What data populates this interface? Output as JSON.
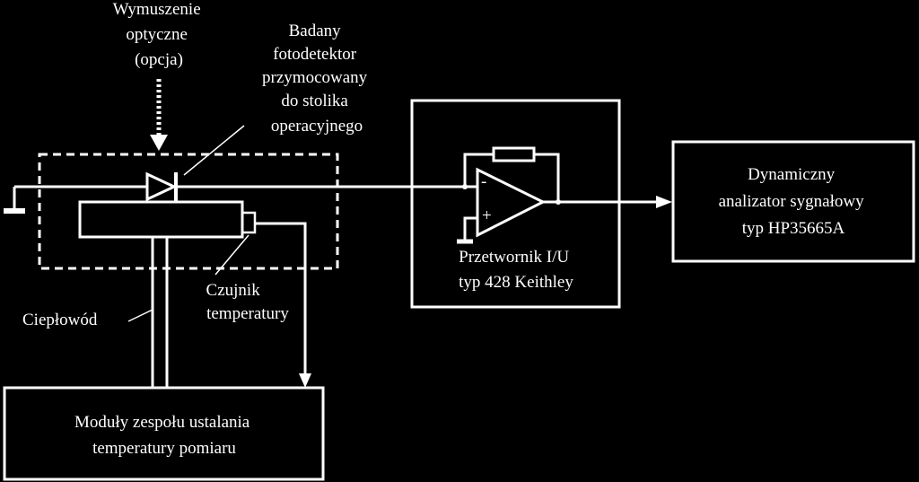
{
  "labels": {
    "optical_excitation": [
      "Wymuszenie",
      "optyczne",
      "(opcja)"
    ],
    "photodetector": [
      "Badany",
      "fotodetektor",
      "przymocowany",
      "do stolika",
      "operacyjnego"
    ],
    "converter": [
      "Przetwornik I/U",
      "typ 428 Keithley"
    ],
    "analyzer": [
      "Dynamiczny",
      "analizator sygnałowy",
      "typ HP35665A"
    ],
    "temperature_sensor": [
      "Czujnik",
      "temperatury"
    ],
    "heat_pipe": "Ciepłowód",
    "temperature_modules": [
      "Moduły zespołu ustalania",
      "temperatury pomiaru"
    ],
    "opamp_minus": "-",
    "opamp_plus": "+"
  },
  "colors": {
    "background": "#000000",
    "foreground": "#ffffff"
  }
}
